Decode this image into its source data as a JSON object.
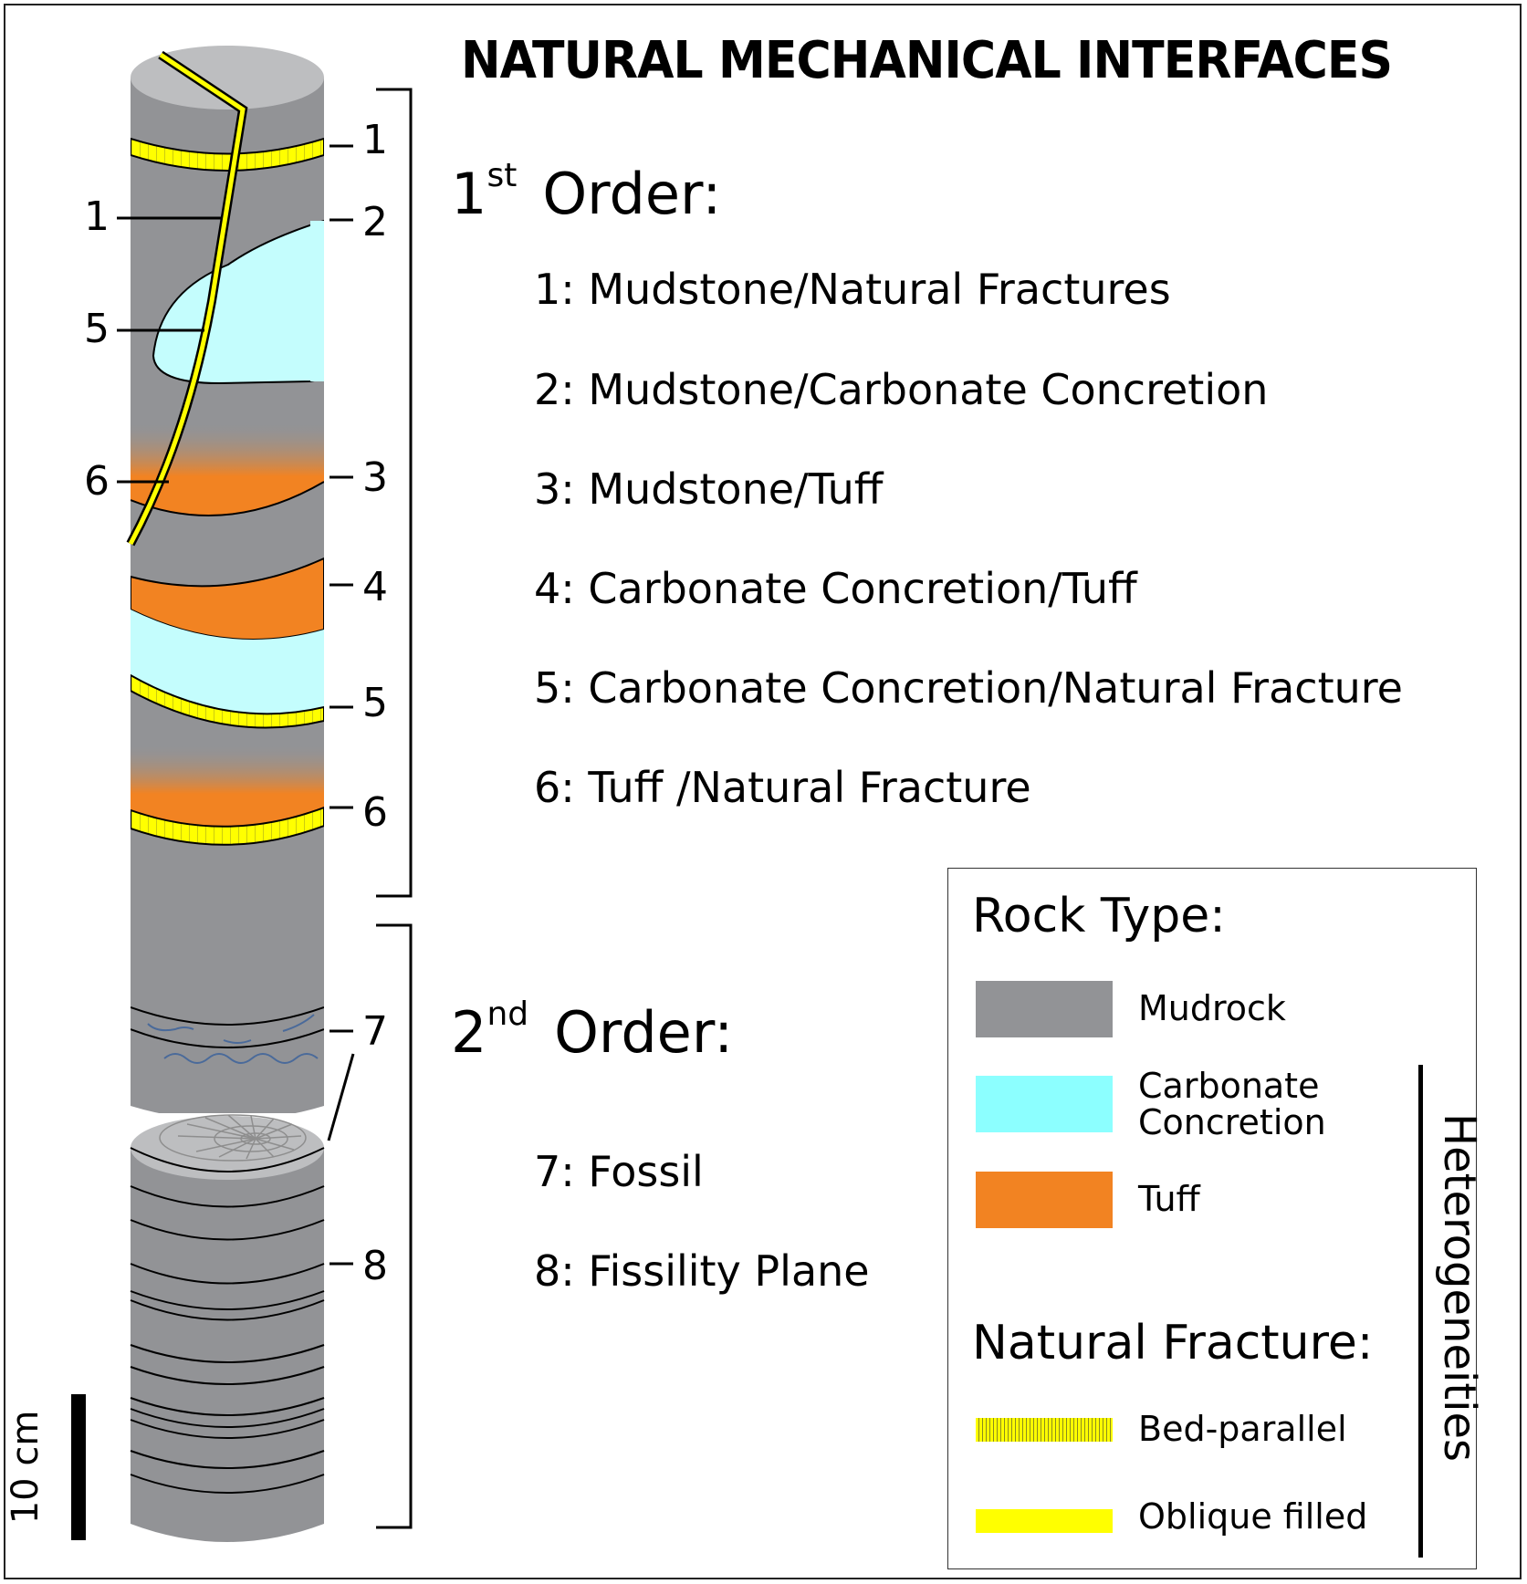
{
  "title": "NATURAL MECHANICAL INTERFACES",
  "first_order": {
    "num": "1",
    "sup": "st",
    "label": "Order:",
    "items": [
      "1: Mudstone/Natural Fractures",
      "2: Mudstone/Carbonate Concretion",
      "3: Mudstone/Tuff",
      "4: Carbonate Concretion/Tuff",
      "5: Carbonate Concretion/Natural Fracture",
      "6: Tuff /Natural Fracture"
    ]
  },
  "second_order": {
    "num": "2",
    "sup": "nd",
    "label": "Order:",
    "items": [
      "7: Fossil",
      "8: Fissility Plane"
    ]
  },
  "core_labels": {
    "right": [
      "1",
      "2",
      "3",
      "4",
      "5",
      "6",
      "7",
      "8"
    ],
    "left": [
      "1",
      "5",
      "6"
    ]
  },
  "scale_label": "10 cm",
  "legend": {
    "rock_type_heading": "Rock Type:",
    "rock_types": [
      {
        "label": "Mudrock",
        "color": "#929396"
      },
      {
        "label_line1": "Carbonate",
        "label_line2": "Concretion",
        "color": "#8CFFFF"
      },
      {
        "label": "Tuff",
        "color": "#F28322"
      }
    ],
    "fracture_heading": "Natural Fracture:",
    "fractures": [
      {
        "label": "Bed-parallel",
        "color": "#E8E81A"
      },
      {
        "label": "Oblique filled",
        "color": "#FFFF00"
      }
    ],
    "side_label": "Heterogeneities"
  },
  "colors": {
    "mudrock": "#929396",
    "mudrock_top": "#BDBEC0",
    "concretion_core": "#C4FDFD",
    "tuff": "#F28322",
    "fracture": "#FFFF00"
  }
}
